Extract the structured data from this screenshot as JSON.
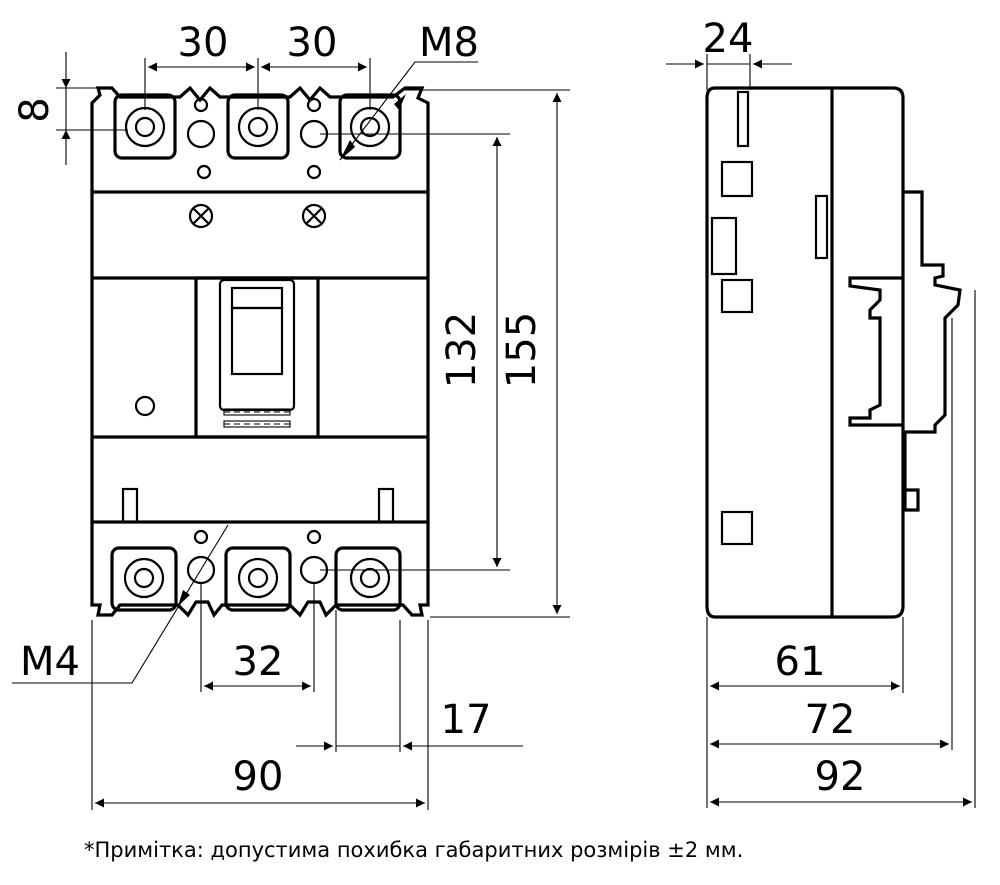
{
  "dimensions": {
    "pole_pitch_left": "30",
    "pole_pitch_right": "30",
    "terminal_height": "8",
    "top_thread": "M8",
    "bottom_thread": "M4",
    "terminal_spacing": "32",
    "terminal_width": "17",
    "total_width": "90",
    "inner_height": "132",
    "total_height": "155",
    "side_terminal": "24",
    "depth_body": "61",
    "depth_cover": "72",
    "depth_total": "92"
  },
  "note": "*Примітка: допустима похибка габаритних розмірів ±2 мм."
}
